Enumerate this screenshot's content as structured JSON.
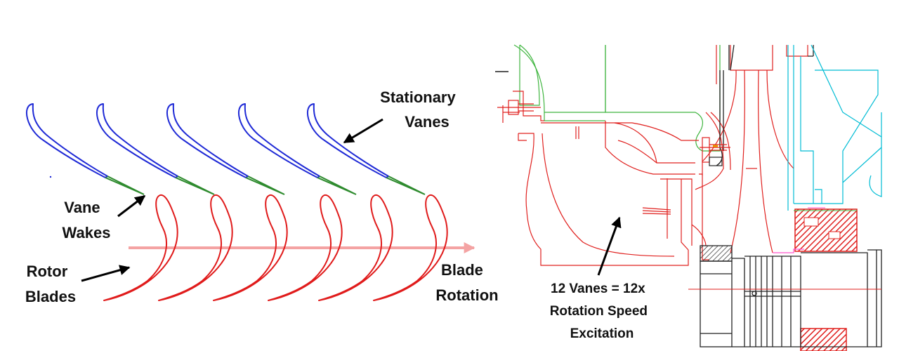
{
  "left_diagram": {
    "labels": {
      "stationary_vanes": [
        "Stationary",
        "Vanes"
      ],
      "vane_wakes": [
        "Vane",
        "Wakes"
      ],
      "rotor_blades": [
        "Rotor",
        "Blades"
      ],
      "blade_rotation": [
        "Blade",
        "Rotation"
      ]
    },
    "vane_count_shown": 5,
    "blade_count_shown": 6,
    "colors": {
      "vane": "#1f2ad6",
      "wake": "#2e8b2e",
      "blade": "#e01b1b",
      "rotation_arrow": "#f4a3a3",
      "pointer": "#000000"
    }
  },
  "right_diagram": {
    "caption": [
      "12 Vanes = 12x",
      "Rotation Speed",
      "Excitation"
    ],
    "colors": {
      "casing": "#e0201e",
      "impeller": "#3fb53f",
      "shaft": "#00bcd4",
      "bearing_hatch": "#e0201e",
      "dark": "#222222",
      "pink": "#ff55cc"
    }
  }
}
